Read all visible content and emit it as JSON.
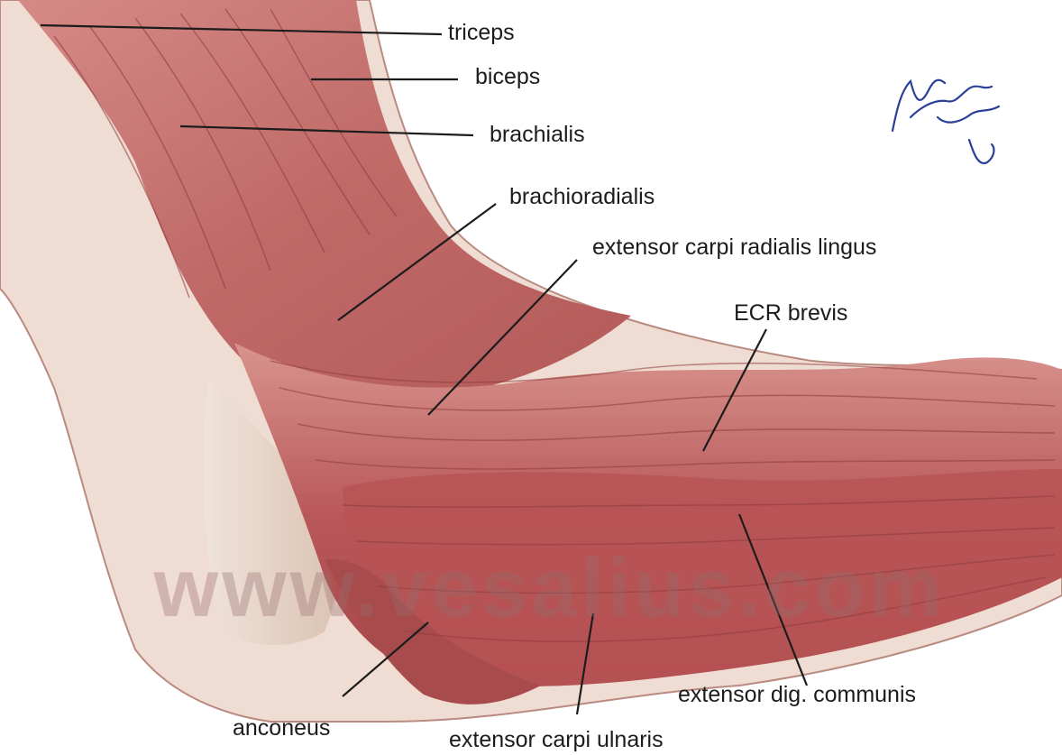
{
  "labels": {
    "triceps": "triceps",
    "biceps": "biceps",
    "brachialis": "brachialis",
    "brachioradialis": "brachioradialis",
    "ecrl": "extensor carpi radialis lingus",
    "ecrb": "ECR brevis",
    "edc": "extensor dig. communis",
    "ecu": "extensor carpi ulnaris",
    "anconeus": "anconeus"
  },
  "watermark": "www.vesalius.com",
  "signature": "Jerry Wind MD",
  "colors": {
    "muscle": "#c77672",
    "muscle_dark": "#9e4444",
    "tendon": "#ecdcd0",
    "background": "#ffffff",
    "label_text": "#1c1c1c",
    "signature_ink": "#2a3f9a"
  }
}
